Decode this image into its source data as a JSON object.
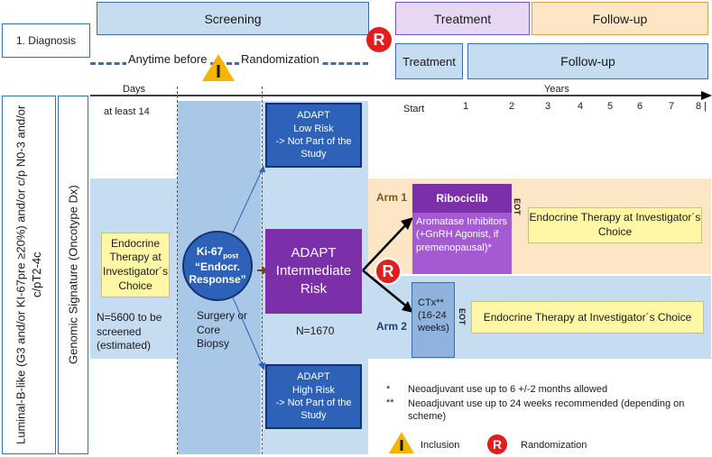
{
  "phases": {
    "screening": "Screening",
    "treatment_top": "Treatment",
    "followup_top": "Follow-up",
    "treatment_bottom": "Treatment",
    "followup_bottom": "Follow-up"
  },
  "diagnosis": "1. Diagnosis",
  "screening_timing": {
    "before": "Anytime before",
    "after": "Randomization"
  },
  "timeline": {
    "days_label": "Days",
    "days_min": "at least 14",
    "years_label": "Years",
    "start": "Start",
    "ticks": [
      "1",
      "2",
      "3",
      "4",
      "5",
      "6",
      "7",
      "8 |"
    ]
  },
  "left_labels": {
    "population": "Luminal-B-like (G3 and/or KI-67pre ≥20%) and/or c/p N0-3 and/or c/pT2-4c",
    "genomic": "Genomic Signature (Oncotype Dx)"
  },
  "boxes": {
    "endocrine_initial": "Endocrine Therapy at Investigator´s Choice",
    "n_screened": "N=5600 to be screened (estimated)",
    "ki67_line1": "Ki-67",
    "ki67_sub": "post",
    "ki67_line2": "“Endocr. Response”",
    "surgery": "Surgery or Core Biopsy",
    "adapt_low_title": "ADAPT",
    "adapt_low_risk": "Low Risk",
    "adapt_low_note": "-> Not Part of the Study",
    "adapt_high_title": "ADAPT",
    "adapt_high_risk": "High Risk",
    "adapt_high_note": "-> Not Part of the Study",
    "adapt_int_title": "ADAPT",
    "adapt_int_risk": "Intermediate Risk",
    "n_int": "N=1670",
    "arm1": "Arm 1",
    "arm2": "Arm 2",
    "ribociclib": "Ribociclib",
    "aromatase": "Aromatase Inhibitors (+GnRH Agonist, if premenopausal)*",
    "eot": "EOT",
    "endo_arm1": "Endocrine Therapy at Investigator´s Choice",
    "ctx": "CTx** (16-24 weeks)",
    "endo_arm2": "Endocrine Therapy at Investigator´s Choice"
  },
  "notes": {
    "note1_marker": "*",
    "note1": "Neoadjuvant use up to 6 +/-2 months allowed",
    "note2_marker": "**",
    "note2": "Neoadjuvant use up to 24 weeks recommended (depending on scheme)"
  },
  "legend": {
    "inclusion": "Inclusion",
    "randomization": "Randomization",
    "inclusion_symbol": "I",
    "randomization_symbol": "R"
  },
  "colors": {
    "light_blue": "#c6dcf1",
    "dark_blue": "#2e62b8",
    "purple": "#7b2fa8",
    "red": "#e11d1d",
    "yellow": "#fdf7a6",
    "warning_yellow": "#f4b400"
  },
  "icons": [
    "warning-triangle-icon",
    "randomization-r-icon",
    "arrow-icon"
  ]
}
